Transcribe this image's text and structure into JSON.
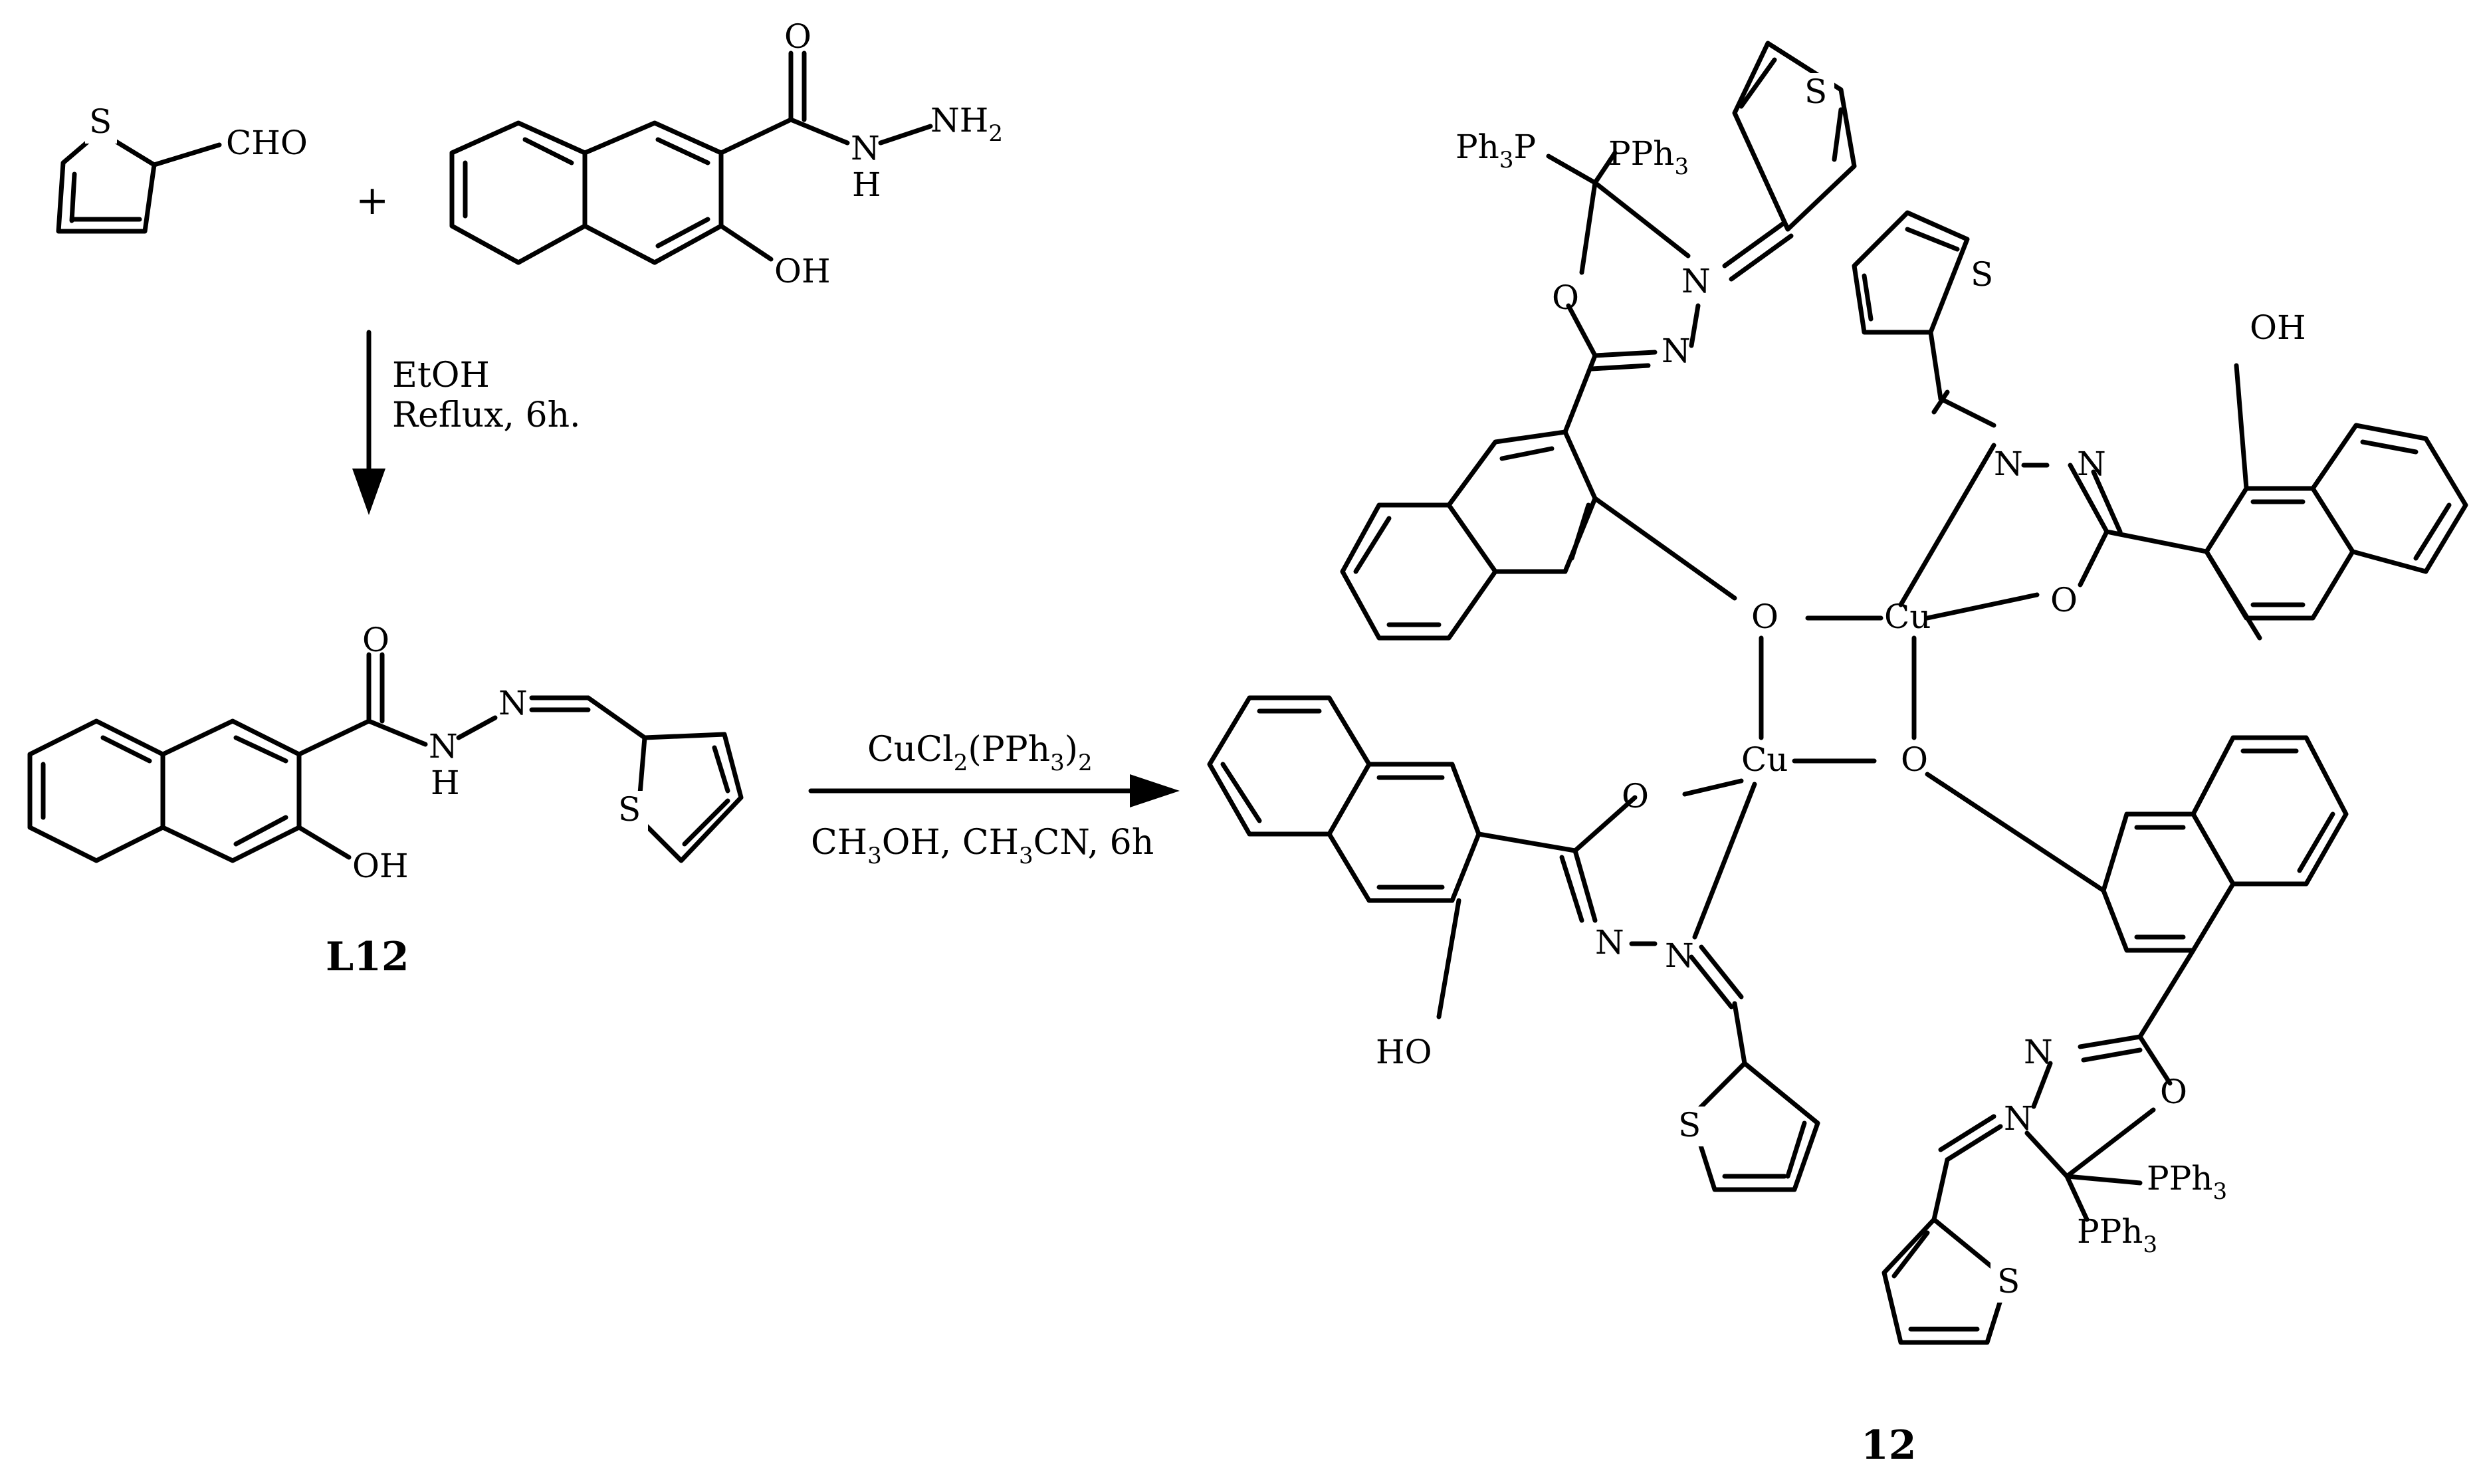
{
  "reactants": {
    "aldehyde_S": "S",
    "aldehyde_group": "CHO",
    "plus": "+",
    "hydrazide_O": "O",
    "hydrazide_NH": "N",
    "hydrazide_H": "H",
    "hydrazide_NH2": "NH",
    "hydrazide_NH2_sub": "2",
    "hydrazide_OH": "OH"
  },
  "step1": {
    "solvent": "EtOH",
    "conditions": "Reflux, 6h."
  },
  "ligand": {
    "label": "L12",
    "O": "O",
    "NH": "N",
    "H": "H",
    "N": "N",
    "S": "S",
    "OH": "OH"
  },
  "step2": {
    "reagent_a": "CuCl",
    "reagent_sub1": "2",
    "reagent_b": "(PPh",
    "reagent_sub2": "3",
    "reagent_c": ")",
    "reagent_sub3": "2",
    "solvent_a": "CH",
    "solvent_sub1": "3",
    "solvent_b": "OH, CH",
    "solvent_sub2": "3",
    "solvent_c": "CN, 6h"
  },
  "complex": {
    "label": "12",
    "Cu": "Cu",
    "O": "O",
    "N": "N",
    "S": "S",
    "OH": "OH",
    "HO": "HO",
    "Ph3P_a": "Ph",
    "Ph3P_sub": "3",
    "Ph3P_b": "P",
    "PPh3_a": "PPh",
    "PPh3_sub": "3"
  }
}
